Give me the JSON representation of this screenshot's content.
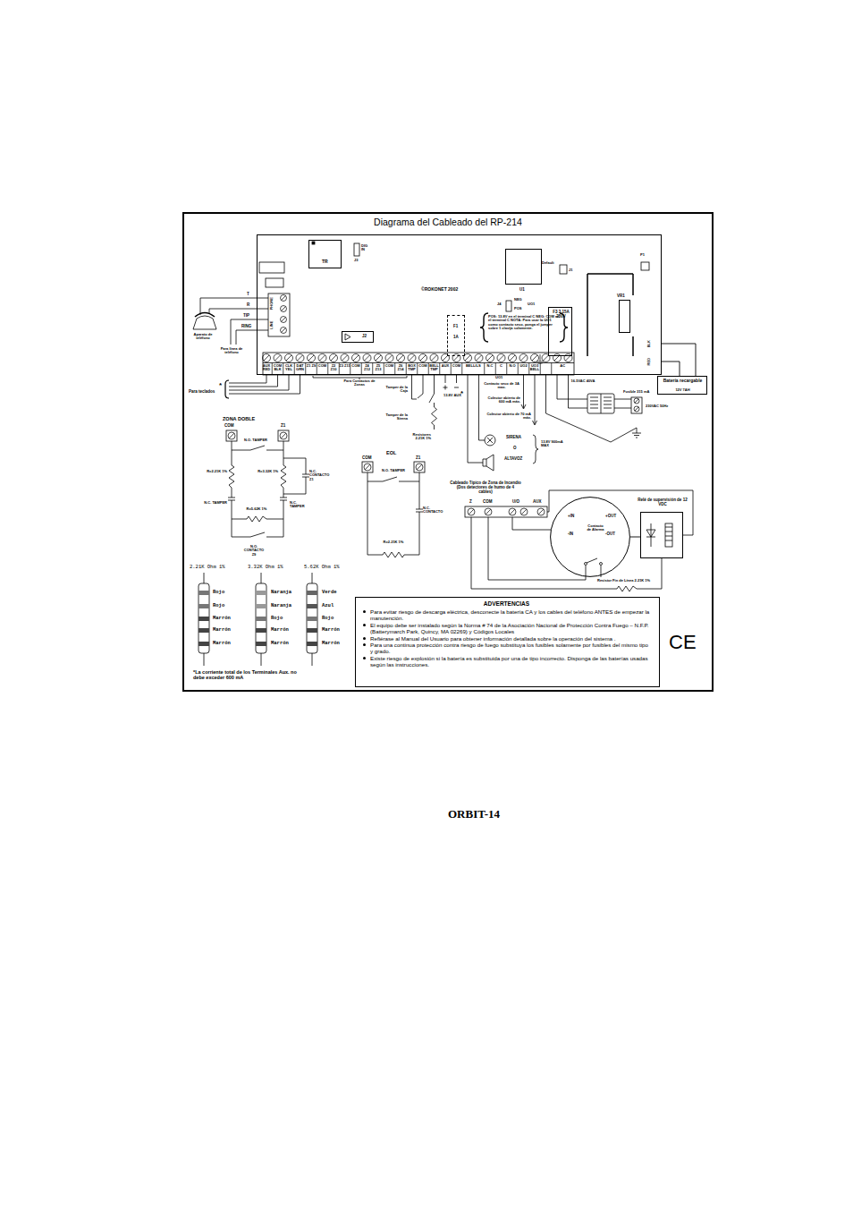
{
  "diagram": {
    "title": "Diagrama del Cableado del RP-214",
    "nodes": [
      {
        "text": [
          "©ROKONET 2002"
        ]
      },
      {
        "text": [
          "TR"
        ],
        "in": 0
      },
      {
        "text": [
          "J2"
        ],
        "in": 0
      },
      {
        "text": [
          "F1",
          "1A"
        ],
        "in": 0
      },
      {
        "text": [
          "U1"
        ],
        "in": 0
      },
      {
        "text": [
          "F3 3.15A 250V"
        ],
        "in": 0
      },
      {
        "text": [
          "VR1"
        ],
        "in": 0
      },
      {
        "text": [
          "Batería recargable",
          "12V 7AH"
        ]
      },
      {
        "text": [
          "+IN",
          "-IN",
          "Contacto de Alarma",
          "+OUT",
          "-OUT"
        ]
      },
      {
        "text": [
          "Relé de supervisión de 12 VDC"
        ]
      },
      {
        "text": [
          "ADVERTENCIAS",
          "Para evitar riesgo de descarga eléctrica, desconecte la batería CA y los cables del teléfono ANTES de empezar la manutención.",
          "El equipo debe ser instalado según la Norma # 74 de la Asociación Nacional de Protección Contra Fuego – N.F.P. (Batterymarch Park, Quincy, MA 02269) y Códigos Locales",
          "Refiérase al Manual del Usuario para obtener información detallada sobre la operación del sistema .",
          "Para una continua protección contra riesgo de fuego substituya los fusibles solamente por fusibles del mismo tipo y grado.",
          "Existe riesgo de explosión si la batería es substituida por una de tipo incorrecto. Disponga de las baterías usadas según las instrucciones."
        ]
      }
    ],
    "edges": [
      {
        "from": 0,
        "to": 7,
        "arrow": "none"
      },
      {
        "from": 0,
        "to": 7,
        "arrow": "none"
      },
      {
        "from": 8,
        "to": 9,
        "arrow": "none"
      }
    ],
    "labels": [
      "DIG IN",
      "J3",
      "Default",
      "J1",
      "P1",
      "J4",
      "NEG",
      "POS",
      "UO1",
      "POS: 13.8V en el terminal C NEG: COM en el terminal C NOTA: Para usar la UO1 como contacto seco, ponga el jumper sobre 1 clavija solamente.",
      "T",
      "R",
      "TIP",
      "RING",
      "PHONE",
      "LINE",
      "Aparato de teléfono",
      "Para línea de teléfono",
      "AUX RED",
      "COM BLK",
      "CLK YEL",
      "DAT GRN",
      "Z1 Z9",
      "COM",
      "Z2 Z10",
      "Z3 Z11",
      "COM",
      "Z4 Z12",
      "Z5 Z13",
      "COM",
      "Z6 Z14",
      "BOX TMP",
      "COM",
      "BELL TMP",
      "AUX",
      "COM",
      "BELL/LS",
      "N.C",
      "C",
      "N.O",
      "UO2",
      "UO3 BELL",
      "AC",
      "Para teclados",
      "*",
      "Para Contactos de Zonas",
      "Tamper de la Caja",
      "Tamper de la Sirena",
      "Resistores 2.21K 1%",
      "13.8V AUX",
      "*",
      "Contacto seco de 3A max.",
      "UO1",
      "Colector abierto de 600 mA máx.",
      "Colector abierto de 70 mA máx.",
      "SIRENA",
      "O",
      "ALTAVOZ",
      "13.8V 900mA MAX",
      "16.5VAC 40VA",
      "Fusible 315 mA",
      "230VAC 50Hz",
      "BLK",
      "RED",
      "ZONA DOBLE",
      "COM",
      "Z1",
      "N.O. TAMPER",
      "R=2.21K 1%",
      "R=3.32K 1%",
      "N.C. CONTACTO Z1",
      "N.C. TAMPER",
      "R=5.62K 1%",
      "N.C. TAMPER",
      "N.O. CONTACTO Z9",
      "EOL",
      "COM",
      "Z1",
      "N.O. TAMPER",
      "N.C. CONTACTO",
      "R=2.21K 1%",
      "Cableado Típico de Zona de Incendio (Dos detectores de humo de 4 cables)",
      "Z",
      "COM",
      "U/O",
      "AUX",
      "Resistor Fin de Línea 2.21K 1%",
      "2.21K Ohm 1%",
      "3.32K Ohm 1%",
      "5.62K Ohm 1%",
      "Rojo",
      "Rojo",
      "Marrón",
      "Marrón",
      "Marrón",
      "Naranja",
      "Naranja",
      "Rojo",
      "Marrón",
      "Marrón",
      "Verde",
      "Azul",
      "Rojo",
      "Marrón",
      "Marrón",
      "*La corriente total de los Terminales Aux. no debe exceder 600 mA",
      "CE",
      "ORBIT-14"
    ]
  }
}
